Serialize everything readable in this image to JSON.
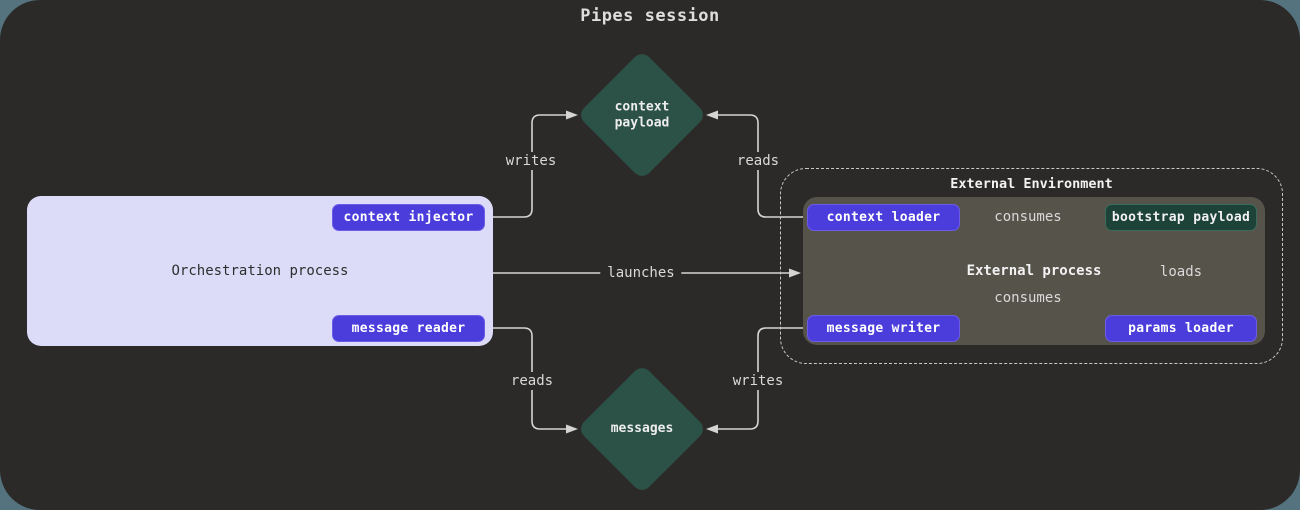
{
  "page": {
    "title": "Pipes session"
  },
  "orchestration": {
    "label": "Orchestration process",
    "buttons": {
      "context_injector": "context injector",
      "message_reader": "message reader"
    }
  },
  "external": {
    "title": "External Environment",
    "process_label": "External process",
    "buttons": {
      "context_loader": "context loader",
      "message_writer": "message writer",
      "params_loader": "params loader"
    },
    "payload": "bootstrap payload"
  },
  "diamonds": {
    "context_payload": "context payload",
    "messages": "messages"
  },
  "edges": {
    "writes_top": "writes",
    "reads_top": "reads",
    "launches": "launches",
    "reads_bottom": "reads",
    "writes_bottom": "writes",
    "consumes_top": "consumes",
    "consumes_bottom": "consumes",
    "loads": "loads"
  },
  "colors": {
    "page_background": "#54737e",
    "canvas_background": "#2b2a28",
    "accent_purple": "#4b3ddb",
    "diamond_green": "#2c5146",
    "payload_green": "#1d4238",
    "orchestration_lavender": "#dcdcf8",
    "external_process_gray": "#56534b",
    "line_gray": "#d4d4d4"
  }
}
